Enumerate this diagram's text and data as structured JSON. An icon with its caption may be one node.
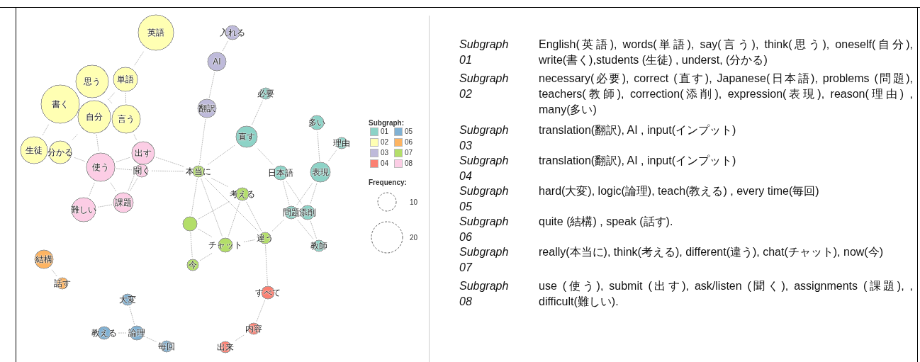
{
  "diagram": {
    "nodes": [
      {
        "text": [
          "英語"
        ]
      },
      {
        "text": [
          "単語"
        ]
      },
      {
        "text": [
          "思う"
        ]
      },
      {
        "text": [
          "書く"
        ]
      },
      {
        "text": [
          "自分"
        ]
      },
      {
        "text": [
          "言う"
        ]
      },
      {
        "text": [
          "生徒"
        ]
      },
      {
        "text": [
          "分かる"
        ]
      },
      {
        "text": [
          "出す"
        ]
      },
      {
        "text": [
          "使う"
        ]
      },
      {
        "text": [
          "聞く"
        ]
      },
      {
        "text": [
          "課題"
        ]
      },
      {
        "text": [
          "難しい"
        ]
      },
      {
        "text": [
          "入れる"
        ]
      },
      {
        "text": [
          "AI"
        ]
      },
      {
        "text": [
          "翻訳"
        ]
      },
      {
        "text": [
          "必要"
        ]
      },
      {
        "text": [
          "直す"
        ]
      },
      {
        "text": [
          "多い"
        ]
      },
      {
        "text": [
          "理由"
        ]
      },
      {
        "text": [
          "日本語"
        ]
      },
      {
        "text": [
          "表現"
        ]
      },
      {
        "text": [
          "問題"
        ]
      },
      {
        "text": [
          "添削"
        ]
      },
      {
        "text": [
          "教師"
        ]
      },
      {
        "text": [
          "本当に"
        ]
      },
      {
        "text": [
          "考える"
        ]
      },
      {
        "text": [],
        "shape": "circle"
      },
      {
        "text": [
          "チャット"
        ]
      },
      {
        "text": [
          "違う"
        ]
      },
      {
        "text": [
          "今"
        ]
      },
      {
        "text": [
          "結構"
        ]
      },
      {
        "text": [
          "話す"
        ]
      },
      {
        "text": [
          "大変"
        ]
      },
      {
        "text": [
          "論理"
        ]
      },
      {
        "text": [
          "教える"
        ]
      },
      {
        "text": [
          "毎回"
        ]
      },
      {
        "text": [
          "すべて"
        ]
      },
      {
        "text": [
          "内容"
        ]
      },
      {
        "text": [
          "出来"
        ]
      }
    ],
    "edges": [
      {
        "from": 0,
        "to": 1,
        "arrow": "none"
      },
      {
        "from": 1,
        "to": 4,
        "arrow": "none"
      },
      {
        "from": 1,
        "to": 5,
        "arrow": "none"
      },
      {
        "from": 2,
        "to": 5,
        "arrow": "none"
      },
      {
        "from": 3,
        "to": 6,
        "arrow": "none"
      },
      {
        "from": 4,
        "to": 7,
        "arrow": "none"
      },
      {
        "from": 4,
        "to": 9,
        "arrow": "none"
      },
      {
        "from": 5,
        "to": 8,
        "arrow": "none"
      },
      {
        "from": 7,
        "to": 9,
        "arrow": "none"
      },
      {
        "from": 9,
        "to": 8,
        "arrow": "none"
      },
      {
        "from": 9,
        "to": 10,
        "arrow": "none"
      },
      {
        "from": 9,
        "to": 12,
        "arrow": "none"
      },
      {
        "from": 9,
        "to": 11,
        "arrow": "none"
      },
      {
        "from": 11,
        "to": 12,
        "arrow": "none"
      },
      {
        "from": 10,
        "to": 11,
        "arrow": "none"
      },
      {
        "from": 8,
        "to": 11,
        "arrow": "none"
      },
      {
        "from": 8,
        "to": 25,
        "arrow": "none"
      },
      {
        "from": 10,
        "to": 25,
        "arrow": "none"
      },
      {
        "from": 25,
        "to": 15,
        "arrow": "none"
      },
      {
        "from": 15,
        "to": 14,
        "arrow": "none"
      },
      {
        "from": 14,
        "to": 13,
        "arrow": "none"
      },
      {
        "from": 25,
        "to": 17,
        "arrow": "none"
      },
      {
        "from": 17,
        "to": 16,
        "arrow": "none"
      },
      {
        "from": 17,
        "to": 20,
        "arrow": "none"
      },
      {
        "from": 20,
        "to": 22,
        "arrow": "none"
      },
      {
        "from": 20,
        "to": 23,
        "arrow": "none"
      },
      {
        "from": 21,
        "to": 22,
        "arrow": "none"
      },
      {
        "from": 21,
        "to": 23,
        "arrow": "none"
      },
      {
        "from": 21,
        "to": 18,
        "arrow": "none"
      },
      {
        "from": 21,
        "to": 19,
        "arrow": "none"
      },
      {
        "from": 22,
        "to": 24,
        "arrow": "none"
      },
      {
        "from": 23,
        "to": 24,
        "arrow": "none"
      },
      {
        "from": 25,
        "to": 26,
        "arrow": "none"
      },
      {
        "from": 25,
        "to": 27,
        "arrow": "none"
      },
      {
        "from": 25,
        "to": 28,
        "arrow": "none"
      },
      {
        "from": 25,
        "to": 29,
        "arrow": "none"
      },
      {
        "from": 26,
        "to": 27,
        "arrow": "none"
      },
      {
        "from": 26,
        "to": 28,
        "arrow": "none"
      },
      {
        "from": 26,
        "to": 29,
        "arrow": "none"
      },
      {
        "from": 27,
        "to": 28,
        "arrow": "none"
      },
      {
        "from": 27,
        "to": 30,
        "arrow": "none"
      },
      {
        "from": 28,
        "to": 29,
        "arrow": "none"
      },
      {
        "from": 28,
        "to": 30,
        "arrow": "none"
      },
      {
        "from": 29,
        "to": 22,
        "arrow": "none"
      },
      {
        "from": 29,
        "to": 37,
        "arrow": "none"
      },
      {
        "from": 37,
        "to": 38,
        "arrow": "none"
      },
      {
        "from": 38,
        "to": 39,
        "arrow": "none"
      },
      {
        "from": 31,
        "to": 32,
        "arrow": "none"
      },
      {
        "from": 33,
        "to": 34,
        "arrow": "none"
      },
      {
        "from": 35,
        "to": 34,
        "arrow": "none"
      },
      {
        "from": 34,
        "to": 36,
        "arrow": "none"
      }
    ],
    "labels": [
      "Subgraph:",
      "Frequency:",
      "Subgraph 01",
      "English(英語), words(単語), say(言う), think(思う), oneself(自分), write(書く),students (生徒) , underst, (分かる)",
      "Subgraph 02",
      "necessary(必要), correct (直す), Japanese(日本語), problems (問題), teachers(教師), correction(添削), expression(表現), reason(理由) , many(多い)",
      "Subgraph 03",
      "translation(翻訳), AI , input(インプット)",
      "Subgraph 04",
      "translation(翻訳), AI , input(インプット)",
      "Subgraph 05",
      "hard(大変), logic(論理), teach(教える) , every time(毎回)",
      "Subgraph 06",
      "quite (結構) , speak (話す).",
      "Subgraph 07",
      "really(本当に), think(考える), different(違う), chat(チャット), now(今)",
      "Subgraph 08",
      "use (使う), submit (出す), ask/listen (聞く), assignments (課題), , difficult(難しい)."
    ],
    "legend": [
      {
        "text": "01",
        "color": "#8dd3c7"
      },
      {
        "text": "02",
        "color": "#ffffb3"
      },
      {
        "text": "03",
        "color": "#bebada"
      },
      {
        "text": "04",
        "color": "#fb8072"
      },
      {
        "text": "05",
        "color": "#80b1d3"
      },
      {
        "text": "06",
        "color": "#fdb462"
      },
      {
        "text": "07",
        "color": "#b3de69"
      },
      {
        "text": "08",
        "color": "#fccde5"
      },
      {
        "text": "10"
      },
      {
        "text": "20"
      }
    ]
  }
}
